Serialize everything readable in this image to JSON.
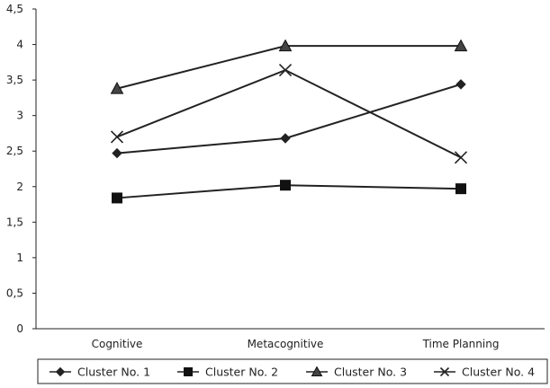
{
  "chart_data": {
    "type": "line",
    "title": "",
    "xlabel": "",
    "ylabel": "",
    "categories": [
      "Cognitive",
      "Metacognitive",
      "Time Planning"
    ],
    "ylim": [
      0,
      4.5
    ],
    "yticks": [
      "0",
      "0,5",
      "1",
      "1,5",
      "2",
      "2,5",
      "3",
      "3,5",
      "4",
      "4,5"
    ],
    "grid": false,
    "legend_position": "bottom",
    "series": [
      {
        "name": "Cluster No. 1",
        "marker": "diamond",
        "color": "#222222",
        "values": [
          2.47,
          2.68,
          3.44
        ]
      },
      {
        "name": "Cluster No. 2",
        "marker": "square",
        "color": "#222222",
        "values": [
          1.84,
          2.02,
          1.97
        ]
      },
      {
        "name": "Cluster No. 3",
        "marker": "triangle",
        "color": "#222222",
        "values": [
          3.38,
          3.98,
          3.98
        ]
      },
      {
        "name": "Cluster No. 4",
        "marker": "x",
        "color": "#222222",
        "values": [
          2.7,
          3.64,
          2.41
        ]
      }
    ]
  }
}
